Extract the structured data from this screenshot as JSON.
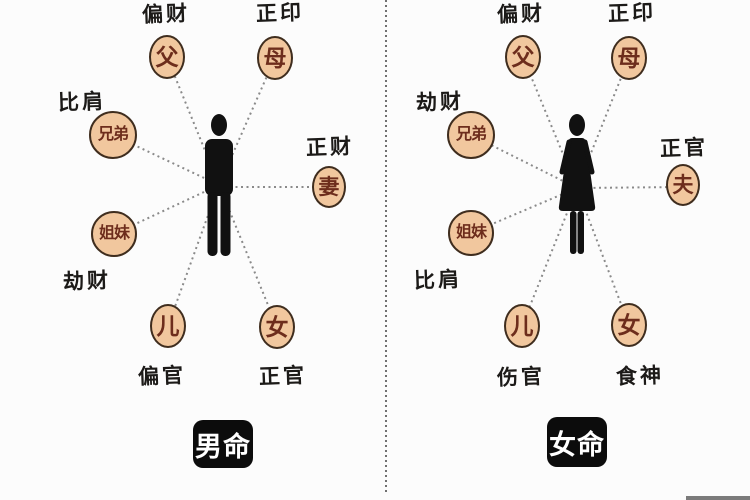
{
  "diagram": {
    "panels": [
      {
        "gender_badge": "男命",
        "figure_icon": "male-silhouette",
        "nodes": [
          {
            "relation": "父",
            "star": "偏财"
          },
          {
            "relation": "母",
            "star": "正印"
          },
          {
            "relation": "兄弟",
            "star": "比肩"
          },
          {
            "relation": "妻",
            "star": "正财"
          },
          {
            "relation": "姐妹",
            "star": "劫财"
          },
          {
            "relation": "儿",
            "star": "偏官"
          },
          {
            "relation": "女",
            "star": "正官"
          }
        ]
      },
      {
        "gender_badge": "女命",
        "figure_icon": "female-silhouette",
        "nodes": [
          {
            "relation": "父",
            "star": "偏财"
          },
          {
            "relation": "母",
            "star": "正印"
          },
          {
            "relation": "兄弟",
            "star": "劫财"
          },
          {
            "relation": "夫",
            "star": "正官"
          },
          {
            "relation": "姐妹",
            "star": "比肩"
          },
          {
            "relation": "儿",
            "star": "伤官"
          },
          {
            "relation": "女",
            "star": "食神"
          }
        ]
      }
    ],
    "colors": {
      "node_fill": "#f1c79e",
      "node_border": "#3f2d1e",
      "node_text": "#6d2d1c",
      "star_text": "#1c1a18",
      "badge_bg": "#0c0c0c",
      "badge_text": "#ffffff",
      "connector_line": "#8a8a8a",
      "divider_line": "#707070",
      "figure_silhouette": "#111111",
      "scrollbar_fragment": "#7b7b7b",
      "background": "#fcfcfc"
    }
  }
}
